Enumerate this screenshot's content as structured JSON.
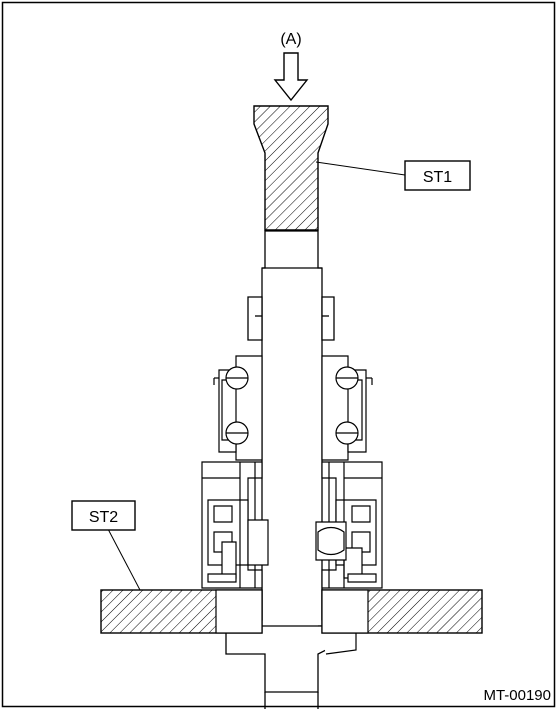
{
  "figure": {
    "label_a": "(A)",
    "label_st1": "ST1",
    "label_st2": "ST2",
    "figure_id": "MT-00190"
  },
  "icons": {
    "press_arrow": "down-arrow-icon"
  },
  "colors": {
    "line": "#000000",
    "background": "#ffffff"
  }
}
